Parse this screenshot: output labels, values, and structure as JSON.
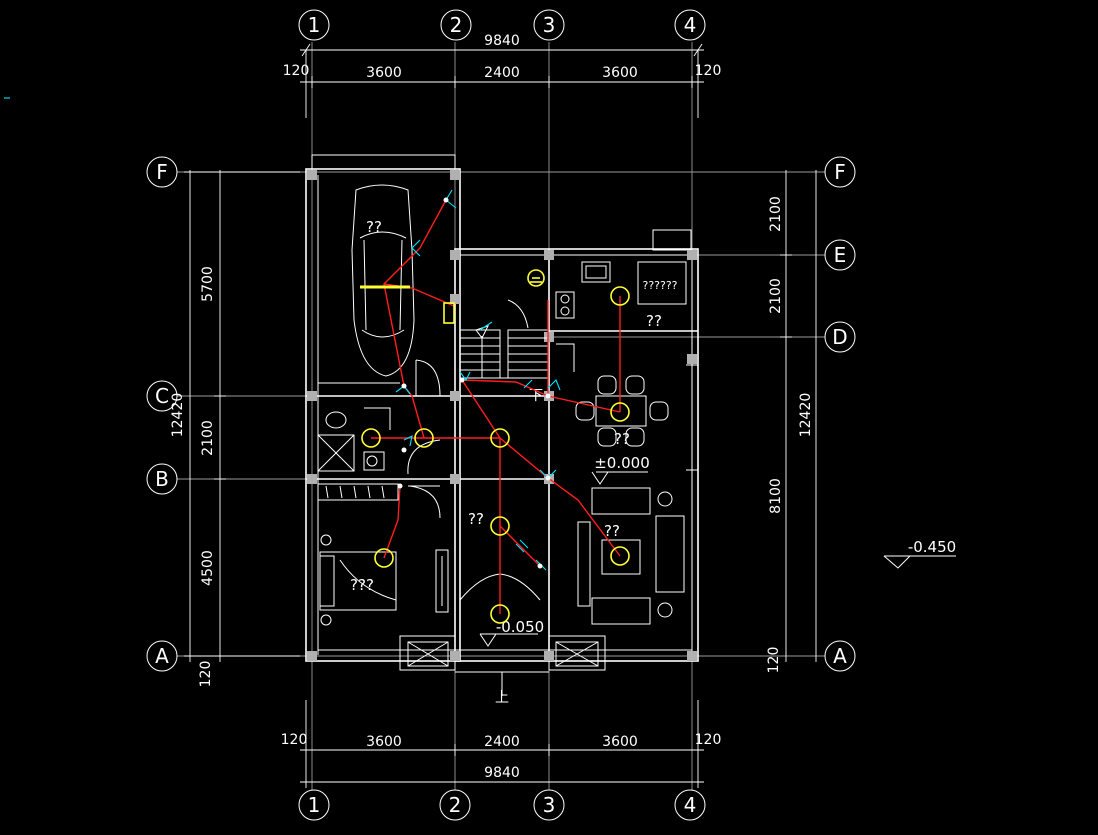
{
  "colors": {
    "background": "#000000",
    "walls": "#ffffff",
    "wiring": "#ff1e1e",
    "lamps": "#ffff33",
    "switches": "#00e5ff",
    "grid": "#9a9a9a"
  },
  "axes": {
    "columns": [
      "1",
      "2",
      "3",
      "4"
    ],
    "rows": [
      "F",
      "E",
      "D",
      "C",
      "B",
      "A"
    ]
  },
  "dimensions": {
    "total_width": "9840",
    "total_depth": "12420",
    "offset": "120",
    "bays_x": [
      "3600",
      "2400",
      "3600"
    ],
    "bays_y_left": [
      "5700",
      "2100",
      "4500"
    ],
    "bays_y_right": [
      "2100",
      "2100",
      "8100"
    ]
  },
  "elevations": {
    "main": "±0.000",
    "entrance": "-0.050",
    "outside": "-0.450"
  },
  "room_labels": {
    "garage": "??",
    "kitchen": "??????",
    "dining": "??",
    "dining_table": "??",
    "hall": "??",
    "living": "??",
    "bedroom": "???"
  },
  "stair_labels": {
    "down": "下",
    "up": "上"
  }
}
